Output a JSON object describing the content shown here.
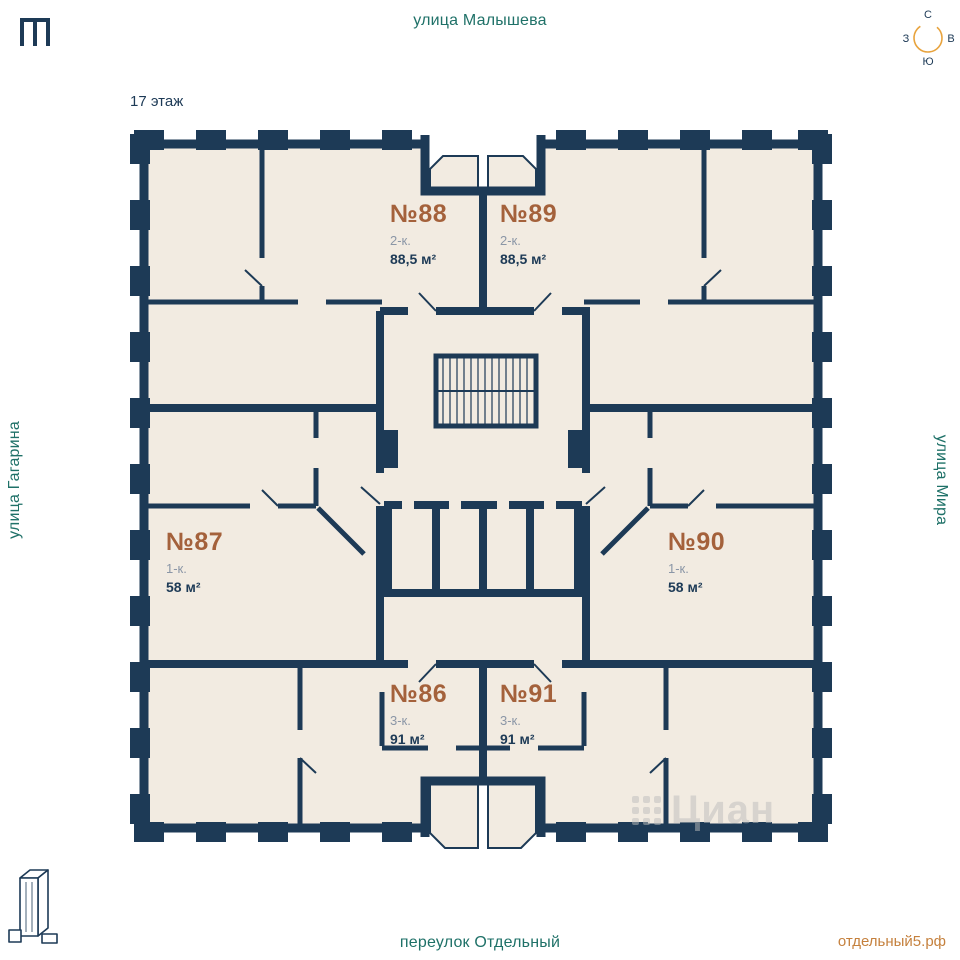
{
  "meta": {
    "floor_label": "17 этаж",
    "site_link": "отдельный5.рф",
    "watermark": "Циан"
  },
  "streets": {
    "top": "улица Малышева",
    "left": "улица Гагарина",
    "right": "улица Мира",
    "bottom": "переулок Отдельный"
  },
  "compass": {
    "north": "С",
    "west": "З",
    "east": "В",
    "south": "Ю"
  },
  "apartments": [
    {
      "number": "№88",
      "rooms": "2-к.",
      "area": "88,5 м²"
    },
    {
      "number": "№89",
      "rooms": "2-к.",
      "area": "88,5 м²"
    },
    {
      "number": "№87",
      "rooms": "1-к.",
      "area": "58 м²"
    },
    {
      "number": "№90",
      "rooms": "1-к.",
      "area": "58 м²"
    },
    {
      "number": "№86",
      "rooms": "3-к.",
      "area": "91 м²"
    },
    {
      "number": "№91",
      "rooms": "3-к.",
      "area": "91 м²"
    }
  ],
  "colors": {
    "wall": "#1d3a56",
    "room": "#f2ebe1",
    "accent": "#a4613b",
    "street": "#1f7168",
    "link": "#c5813e",
    "compass_arc": "#e8a33d"
  }
}
